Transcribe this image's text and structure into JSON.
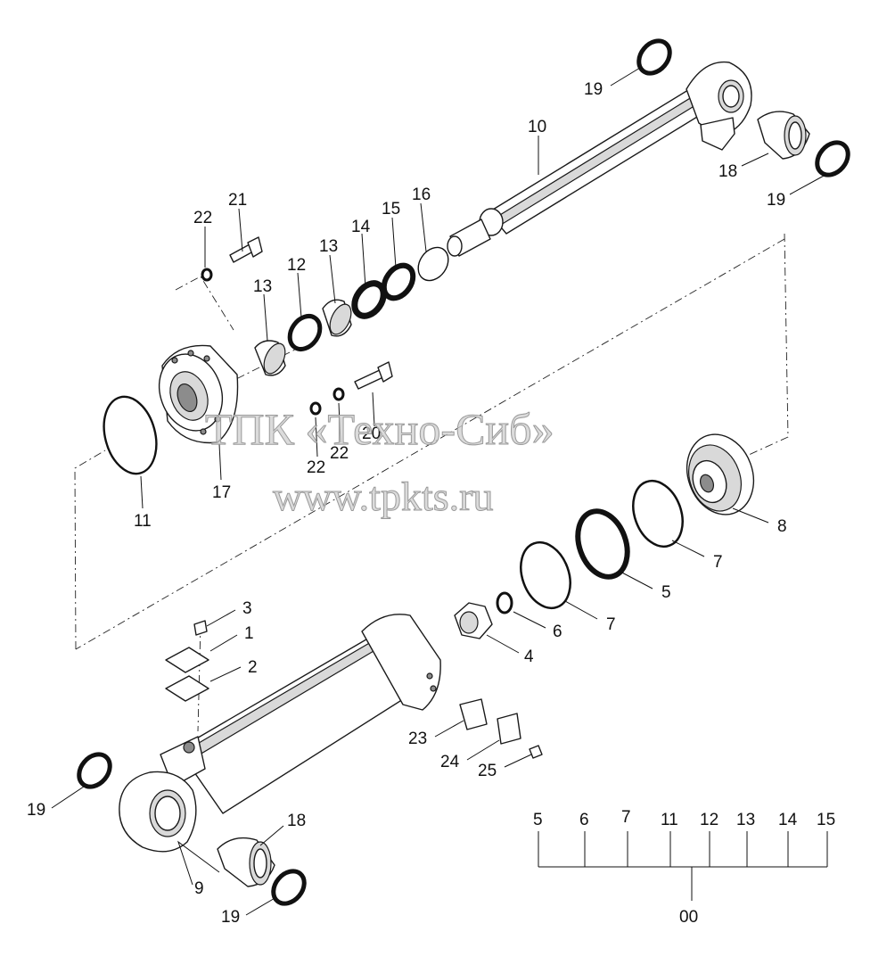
{
  "callouts": [
    {
      "id": "c19a",
      "text": "19"
    },
    {
      "id": "c10",
      "text": "10"
    },
    {
      "id": "c18a",
      "text": "18"
    },
    {
      "id": "c19b",
      "text": "19"
    },
    {
      "id": "c22a",
      "text": "22"
    },
    {
      "id": "c21",
      "text": "21"
    },
    {
      "id": "c16",
      "text": "16"
    },
    {
      "id": "c15",
      "text": "15"
    },
    {
      "id": "c14",
      "text": "14"
    },
    {
      "id": "c13a",
      "text": "13"
    },
    {
      "id": "c12",
      "text": "12"
    },
    {
      "id": "c13b",
      "text": "13"
    },
    {
      "id": "c20",
      "text": "20"
    },
    {
      "id": "c22b",
      "text": "22"
    },
    {
      "id": "c22c",
      "text": "22"
    },
    {
      "id": "c17",
      "text": "17"
    },
    {
      "id": "c11",
      "text": "11"
    },
    {
      "id": "c8",
      "text": "8"
    },
    {
      "id": "c7a",
      "text": "7"
    },
    {
      "id": "c5",
      "text": "5"
    },
    {
      "id": "c7b",
      "text": "7"
    },
    {
      "id": "c6",
      "text": "6"
    },
    {
      "id": "c4",
      "text": "4"
    },
    {
      "id": "c3",
      "text": "3"
    },
    {
      "id": "c1",
      "text": "1"
    },
    {
      "id": "c2",
      "text": "2"
    },
    {
      "id": "c23",
      "text": "23"
    },
    {
      "id": "c24",
      "text": "24"
    },
    {
      "id": "c25",
      "text": "25"
    },
    {
      "id": "c19c",
      "text": "19"
    },
    {
      "id": "c18b",
      "text": "18"
    },
    {
      "id": "c9",
      "text": "9"
    },
    {
      "id": "c19d",
      "text": "19"
    }
  ],
  "kit": {
    "items": [
      "5",
      "6",
      "7",
      "11",
      "12",
      "13",
      "14",
      "15"
    ],
    "total": "00"
  },
  "watermark": {
    "line1": "ТПК «Техно-Сиб»",
    "line2": "www.tpkts.ru"
  }
}
